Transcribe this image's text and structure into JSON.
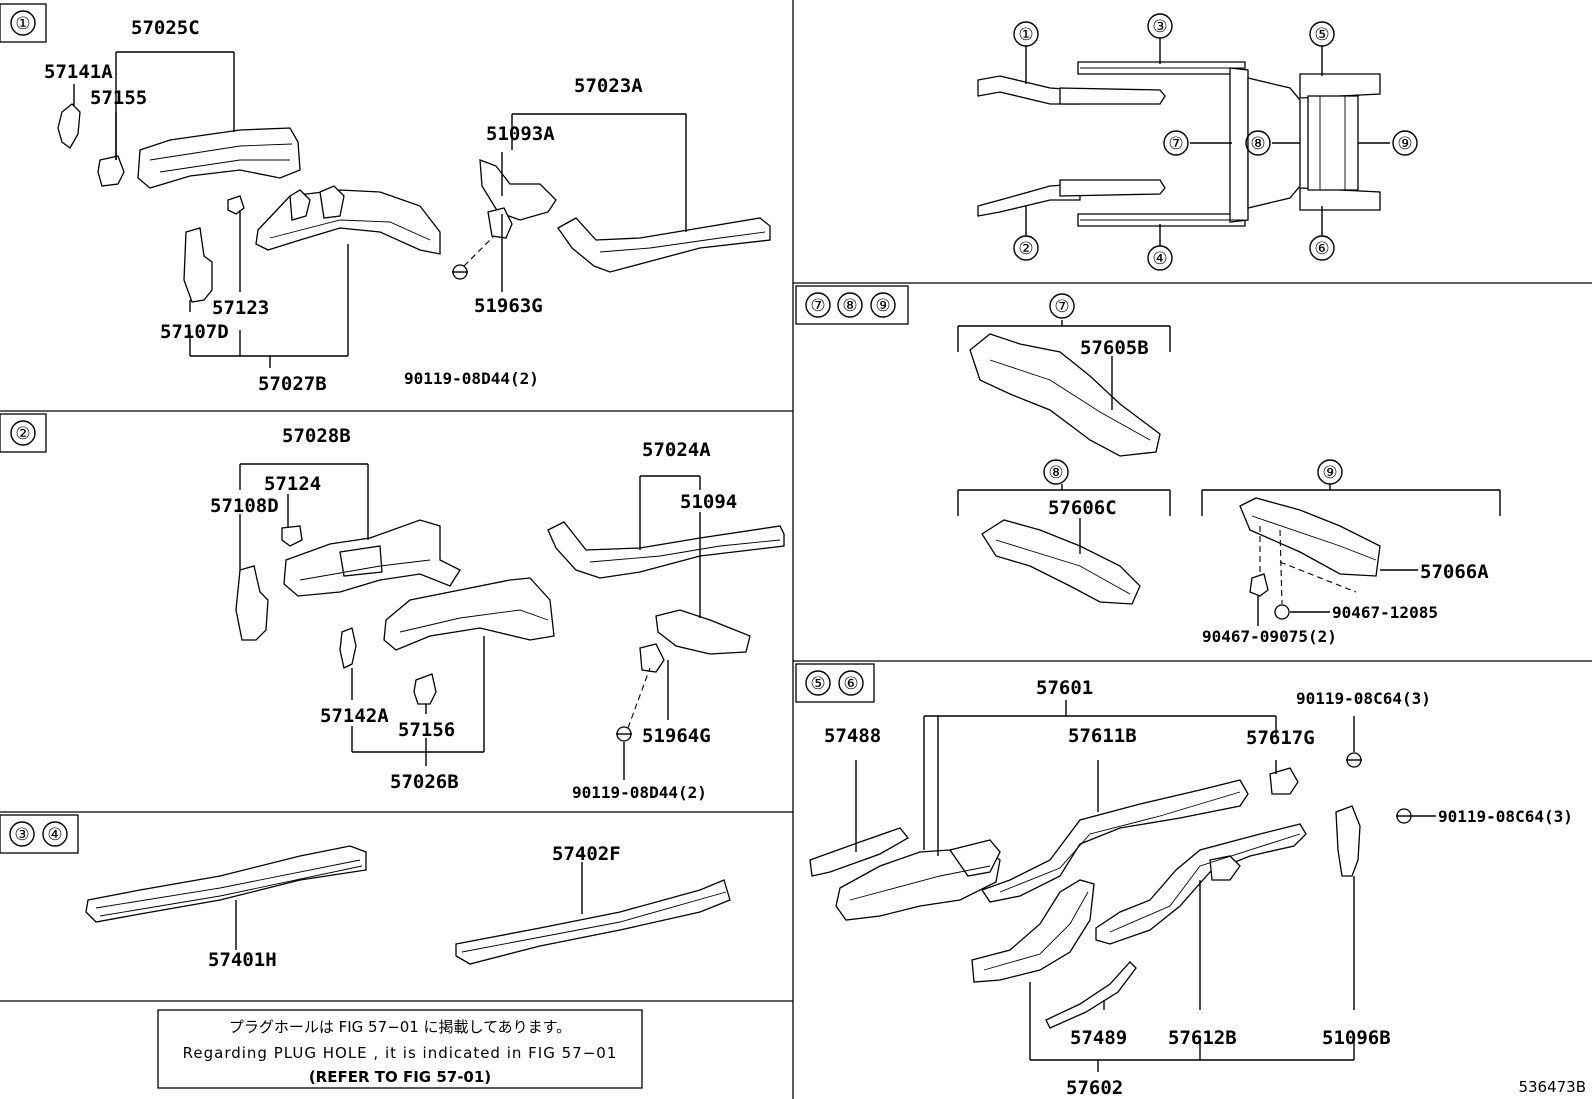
{
  "sections": {
    "s1": {
      "badge": [
        "①"
      ]
    },
    "s2": {
      "badge": [
        "②"
      ]
    },
    "s34": {
      "badge": [
        "③",
        "④"
      ]
    },
    "s789": {
      "badge": [
        "⑦",
        "⑧",
        "⑨"
      ]
    },
    "s56": {
      "badge": [
        "⑤",
        "⑥"
      ]
    }
  },
  "overview": {
    "labels": [
      "①",
      "②",
      "③",
      "④",
      "⑤",
      "⑥",
      "⑦",
      "⑧",
      "⑨"
    ]
  },
  "parts": {
    "s1": [
      "57025C",
      "57141A",
      "57155",
      "57023A",
      "51093A",
      "57123",
      "57107D",
      "51963G",
      "57027B",
      "90119-08D44(2)"
    ],
    "s2": [
      "57028B",
      "57124",
      "57108D",
      "57024A",
      "51094",
      "57142A",
      "57156",
      "51964G",
      "57026B",
      "90119-08D44(2)"
    ],
    "s34": [
      "57402F",
      "57401H"
    ],
    "s789": [
      "⑦",
      "57605B",
      "⑧",
      "57606C",
      "⑨",
      "57066A",
      "90467-12085",
      "90467-09075(2)"
    ],
    "s56": [
      "57601",
      "90119-08C64(3)",
      "57488",
      "57611B",
      "57617G",
      "90119-08C64(3)",
      "57489",
      "57612B",
      "51096B",
      "57602"
    ]
  },
  "note": {
    "line1": "プラグホールは FIG 57−01 に掲載してあります。",
    "line2": "Regarding PLUG HOLE , it is indicated in FIG 57−01",
    "line3": "(REFER TO FIG 57-01)"
  },
  "figure_id": "536473B"
}
